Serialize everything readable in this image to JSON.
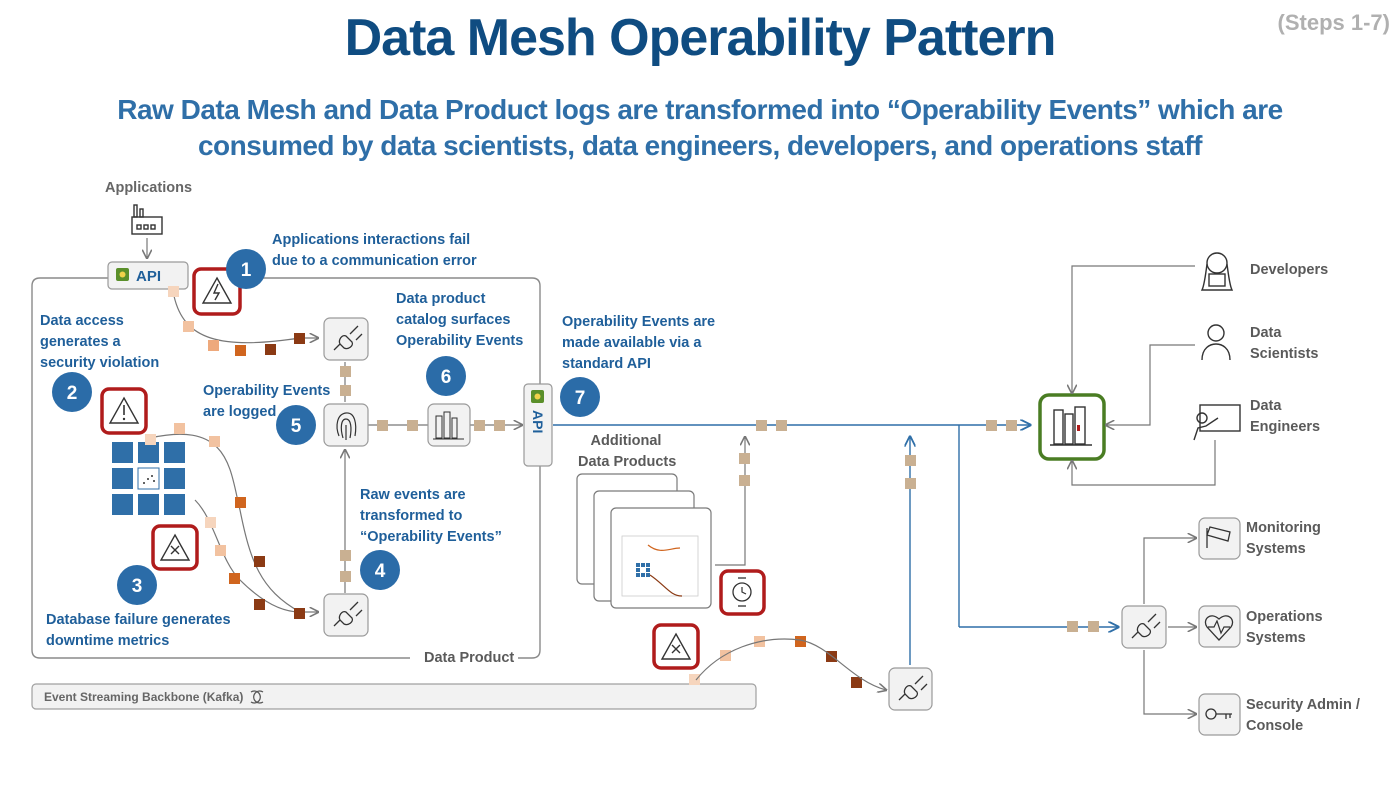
{
  "header": {
    "title": "Data Mesh Operability Pattern",
    "steps": "(Steps 1-7)",
    "subtitle_line1": "Raw Data Mesh and Data Product logs are transformed into “Operability Events” which are",
    "subtitle_line2": "consumed by data scientists, data engineers, developers, and operations staff"
  },
  "labels": {
    "applications": "Applications",
    "api_label": "API",
    "api_vertical": "API",
    "step1_line1": "Applications interactions fail",
    "step1_line2": "due to a communication error",
    "step2_line1": "Data access",
    "step2_line2": "generates a",
    "step2_line3": "security violation",
    "step3_line1": "Database failure generates",
    "step3_line2": "downtime metrics",
    "step4_line1": "Raw events are",
    "step4_line2": "transformed to",
    "step4_line3": "“Operability Events”",
    "step5_line1": "Operability Events",
    "step5_line2": "are logged",
    "step6_line1": "Data product",
    "step6_line2": "catalog surfaces",
    "step6_line3": "Operability Events",
    "step7_line1": "Operability Events are",
    "step7_line2": "made available via a",
    "step7_line3": "standard API",
    "additional_line1": "Additional",
    "additional_line2": "Data Products",
    "data_product": "Data Product",
    "event_backbone": "Event Streaming Backbone (Kafka)",
    "developers": "Developers",
    "scientists_line1": "Data",
    "scientists_line2": "Scientists",
    "engineers_line1": "Data",
    "engineers_line2": "Engineers",
    "monitoring_line1": "Monitoring",
    "monitoring_line2": "Systems",
    "operations_line1": "Operations",
    "operations_line2": "Systems",
    "security_line1": "Security Admin /",
    "security_line2": "Console"
  },
  "steps": [
    "1",
    "2",
    "3",
    "4",
    "5",
    "6",
    "7"
  ],
  "colors": {
    "title": "#0f4c81",
    "step_circle": "#2b6ca8",
    "alert_border": "#b01c1c",
    "catalog_border": "#4a7d23",
    "flow_line": "#2f6fa8",
    "token_light": "#f2c2a0",
    "token_mid": "#d0651e",
    "token_dark": "#8b3a14",
    "token_tan": "#c9b092"
  },
  "icons": {
    "applications": "factory-icon",
    "api": "api-gear-icon",
    "alert_comm": "lightning-warning-icon",
    "alert_security": "exclamation-warning-icon",
    "alert_db": "x-warning-icon",
    "connector": "plug-connector-icon",
    "log": "fingerprint-icon",
    "catalog": "library-books-icon",
    "timer": "watch-icon",
    "developers": "developer-person-icon",
    "scientists": "scientist-person-icon",
    "engineers": "presenter-person-icon",
    "monitoring": "camera-icon",
    "operations": "heart-monitor-icon",
    "security": "key-icon",
    "refresh": "refresh-icon"
  }
}
